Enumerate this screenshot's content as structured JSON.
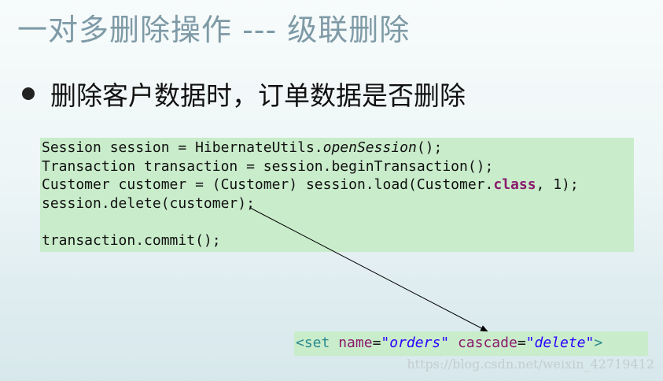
{
  "slide": {
    "title": "一对多删除操作 --- 级联删除"
  },
  "bullet": {
    "text": "删除客户数据时，订单数据是否删除"
  },
  "code": {
    "line1_pre": "Session session = HibernateUtils.",
    "line1_method": "openSession",
    "line1_post": "();",
    "line2": "Transaction transaction = session.beginTransaction();",
    "line3_pre": "Customer customer = (Customer) session.load(Customer.",
    "line3_keyword": "class",
    "line3_post": ", 1);",
    "line4": "session.delete(customer);",
    "line6": "transaction.commit();"
  },
  "mapping": {
    "open_tag": "<set",
    "attr1_name": "name",
    "equals": "=",
    "attr1_value": "\"orders\"",
    "attr2_name": "cascade",
    "attr2_value": "\"delete\"",
    "close": ">"
  },
  "watermark": {
    "text": "https://blog.csdn.net/weixin_42719412"
  },
  "colors": {
    "title": "#7e9aa6",
    "code_background": "#c9eccb",
    "keyword": "#8a1b6c",
    "xml_tag": "#2a8a8f",
    "xml_value": "#2a00ff"
  }
}
